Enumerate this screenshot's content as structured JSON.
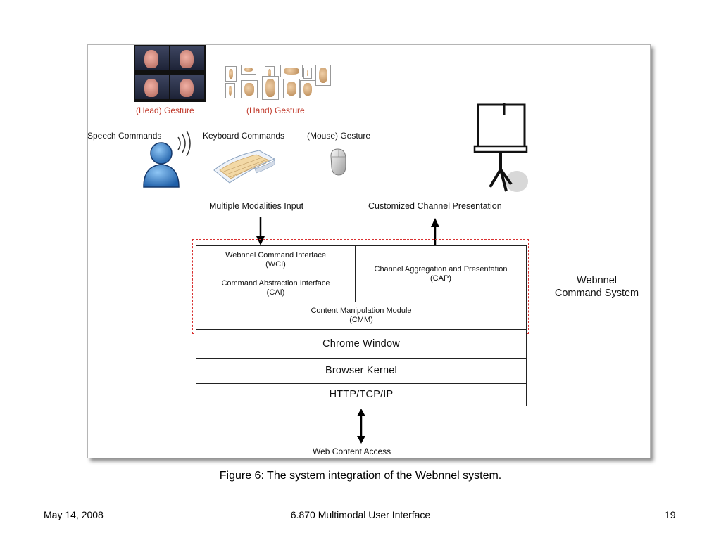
{
  "diagram": {
    "head_gesture_label": "(Head) Gesture",
    "hand_gesture_label": "(Hand) Gesture",
    "speech_label": "Speech Commands",
    "keyboard_label": "Keyboard Commands",
    "mouse_label": "(Mouse) Gesture",
    "input_label": "Multiple Modalities Input",
    "presentation_label": "Customized Channel Presentation",
    "wci": {
      "line1": "Webnnel Command Interface",
      "line2": "(WCI)"
    },
    "cai": {
      "line1": "Command Abstraction Interface",
      "line2": "(CAI)"
    },
    "cap": {
      "line1": "Channel Aggregation and Presentation",
      "line2": "(CAP)"
    },
    "cmm": {
      "line1": "Content Manipulation Module",
      "line2": "(CMM)"
    },
    "system_label": {
      "line1": "Webnnel",
      "line2": "Command System"
    },
    "chrome_window": "Chrome Window",
    "browser_kernel": "Browser Kernel",
    "http_stack": "HTTP/TCP/IP",
    "web_access_label": "Web Content Access",
    "boundary_color": "#d93030",
    "gesture_label_color": "#c0392b"
  },
  "caption": "Figure 6: The system integration of the Webnnel system.",
  "footer": {
    "date": "May 14, 2008",
    "course": "6.870 Multimodal User Interface",
    "page_number": "19"
  }
}
